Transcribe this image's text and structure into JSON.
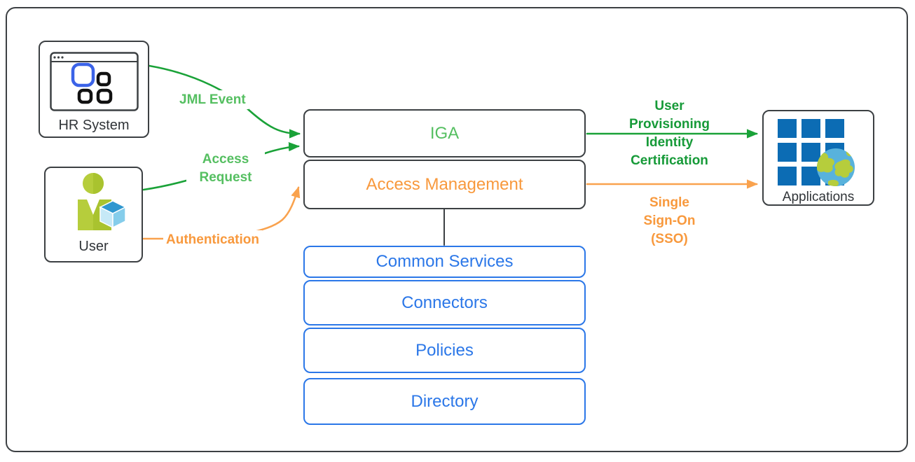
{
  "nodes": {
    "hr_system": {
      "label": "HR System",
      "icon": "app-window-grid-icon"
    },
    "user": {
      "label": "User",
      "icon": "person-with-cube-icon"
    },
    "iga": {
      "label": "IGA"
    },
    "access_management": {
      "label": "Access Management"
    },
    "applications": {
      "label": "Applications",
      "icon": "app-grid-globe-icon"
    }
  },
  "platform_layers": [
    {
      "label": "Common Services"
    },
    {
      "label": "Connectors"
    },
    {
      "label": "Policies"
    },
    {
      "label": "Directory"
    }
  ],
  "edges": {
    "jml_event": {
      "label": "JML Event",
      "from": "hr_system",
      "to": "iga"
    },
    "access_request": {
      "label": "Access\nRequest",
      "from": "user",
      "to": "iga"
    },
    "authentication": {
      "label": "Authentication",
      "from": "user",
      "to": "access_management"
    },
    "user_provisioning_identity_certification": {
      "label": "User\nProvisioning\nIdentity\nCertification",
      "from": "iga",
      "to": "applications"
    },
    "single_sign_on": {
      "label": "Single\nSign-On\n(SSO)",
      "from": "access_management",
      "to": "applications"
    }
  },
  "colors": {
    "outline_dark": "#3c4043",
    "green_line": "#1aa238",
    "green_label_light": "#55bf61",
    "green_label_dark": "#169a38",
    "orange": "#f8993d",
    "orange_line": "#f9a24e",
    "blue": "#2b77e8",
    "icon_window_blue": "#3b63e8",
    "icon_grid_blue": "#0c6cb4",
    "globe_blue": "#58b2dc",
    "lime_green": "#b6cd3c",
    "lime_green_dark": "#a9c32f",
    "cube_blue_top": "#2f97cf",
    "cube_blue_light": "#c6e9f7",
    "cube_blue_mid": "#85cdeb",
    "text_dark": "#303438"
  }
}
